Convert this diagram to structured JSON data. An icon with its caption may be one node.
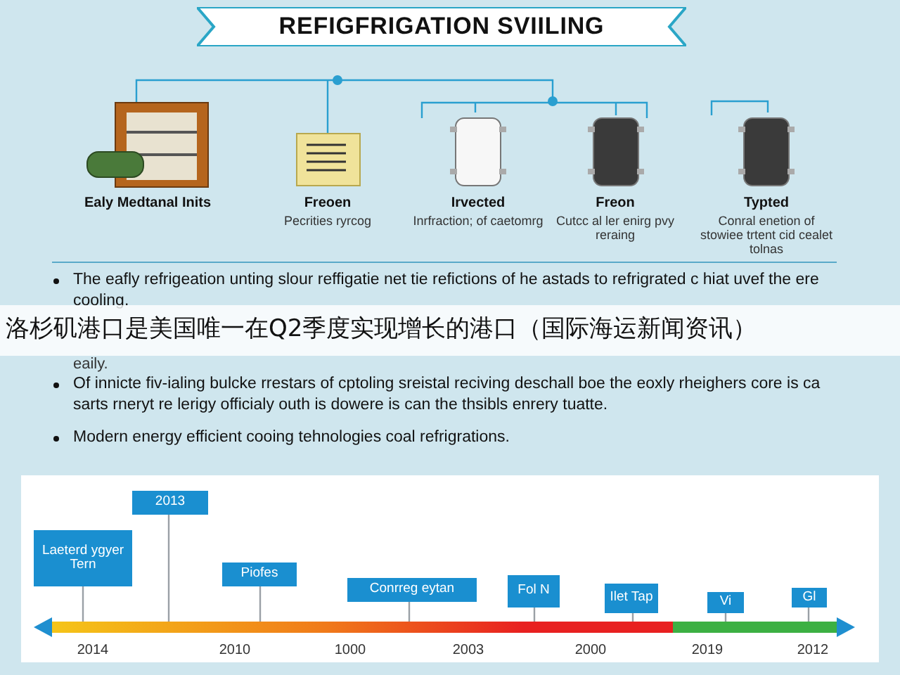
{
  "diagram": {
    "title": "REFIGFRIGATION SVIILING",
    "nodes": [
      {
        "text": [
          "Ealy Medtanal Inits"
        ]
      },
      {
        "text": [
          "Freoen",
          "Pecrities ryrcog"
        ]
      },
      {
        "text": [
          "Irvected",
          "Inrfraction; of caetomrg"
        ]
      },
      {
        "text": [
          "Freon",
          "Cutcc al ler enirg pvy reraing"
        ]
      },
      {
        "text": [
          "Typted",
          "Conral enetion of stowiee trtent cid cealet tolnas"
        ]
      },
      {
        "text": [
          "Laeterd ygyer Tern"
        ]
      },
      {
        "text": [
          "2013"
        ]
      },
      {
        "text": [
          "Piofes"
        ]
      },
      {
        "text": [
          "Conrreg eytan"
        ]
      },
      {
        "text": [
          "Fol N"
        ]
      },
      {
        "text": [
          "Ilet Tap"
        ]
      },
      {
        "text": [
          "Vi"
        ]
      },
      {
        "text": [
          "Gl"
        ]
      }
    ],
    "edges": [
      {
        "from": 5,
        "to": null,
        "arrow": "none"
      },
      {
        "from": 6,
        "to": null,
        "arrow": "none"
      },
      {
        "from": 7,
        "to": null,
        "arrow": "none"
      },
      {
        "from": 8,
        "to": null,
        "arrow": "none"
      },
      {
        "from": 9,
        "to": null,
        "arrow": "none"
      },
      {
        "from": 10,
        "to": null,
        "arrow": "none"
      },
      {
        "from": 11,
        "to": null,
        "arrow": "none"
      },
      {
        "from": 12,
        "to": null,
        "arrow": "none"
      }
    ],
    "labels": [
      "The eafly refrigeation unting slour reffigatie net tie refictions of he astads to refrigrated c hiat uvef the ere cooling.",
      "洛杉矶港口是美国唯一在Q2季度实现增长的港口（国际海运新闻资讯）",
      "eaily.",
      "Of innicte fiv-ialing bulcke rrestars of cptoling sreistal reciving deschall boe the eoxly rheighers core is ca sarts rneryt re lerigy officialy outh is dowere is can the thsibls enrery tuatte.",
      "Modern energy efficient cooing tehnologies coal refrigrations.",
      "2014",
      "2010",
      "1000",
      "2003",
      "2000",
      "2019",
      "2012"
    ]
  }
}
